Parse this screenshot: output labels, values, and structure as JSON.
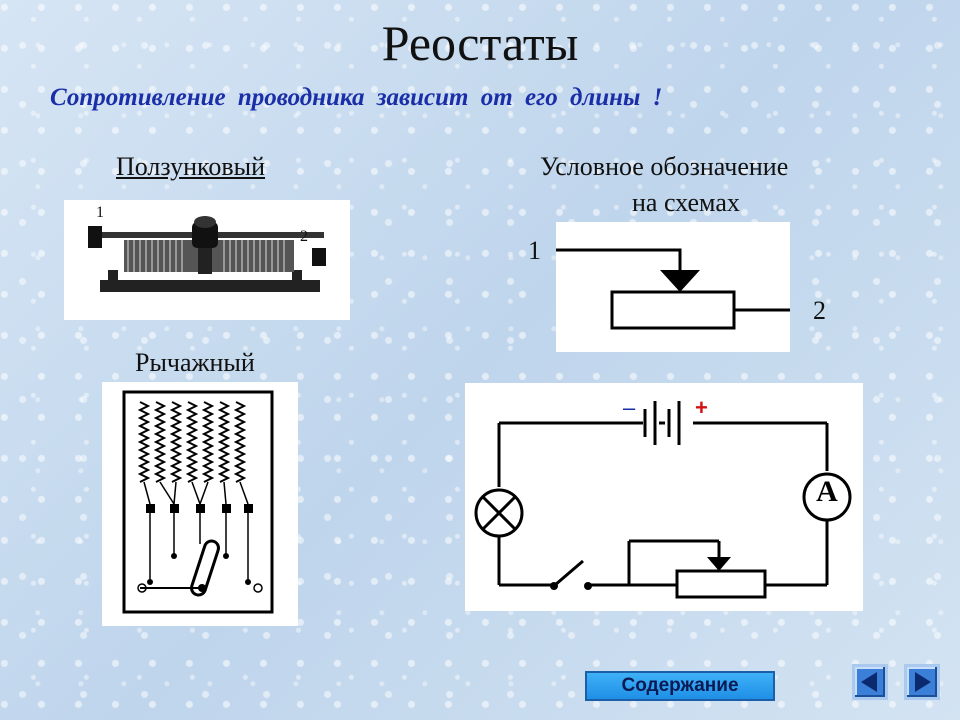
{
  "title": "Реостаты",
  "subtitle": "Сопротивление проводника зависит от его длины !",
  "slider": {
    "label": "Ползунковый",
    "terminal_1": "1",
    "terminal_2": "2"
  },
  "symbol": {
    "caption_line1": "Условное обозначение",
    "caption_line2": "на схемах",
    "terminal_1": "1",
    "terminal_2": "2"
  },
  "lever": {
    "label": "Рычажный"
  },
  "circuit": {
    "minus": "–",
    "plus": "+",
    "ammeter": "A"
  },
  "nav": {
    "contents_label": "Содержание",
    "prev_icon": "arrow-left-icon",
    "next_icon": "arrow-right-icon"
  },
  "colors": {
    "title_text": "#111111",
    "subtitle_text": "#1a2ea8",
    "plus": "#d41111",
    "minus": "#1a2ea8",
    "button": "#2a9ff0",
    "nav": "#3c7fd8"
  }
}
